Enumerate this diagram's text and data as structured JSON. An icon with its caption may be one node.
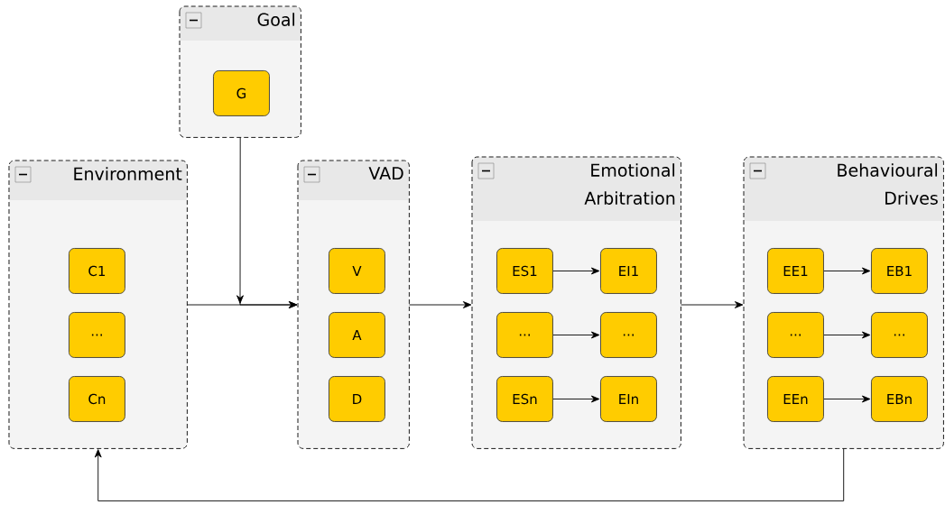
{
  "diagram": {
    "nodes": [
      {
        "text": [
          "Goal"
        ]
      },
      {
        "text": [
          "G"
        ],
        "in": 0
      },
      {
        "text": [
          "Environment"
        ]
      },
      {
        "text": [
          "C1"
        ],
        "in": 2
      },
      {
        "text": [
          "..."
        ],
        "in": 2
      },
      {
        "text": [
          "Cn"
        ],
        "in": 2
      },
      {
        "text": [
          "VAD"
        ]
      },
      {
        "text": [
          "V"
        ],
        "in": 6
      },
      {
        "text": [
          "A"
        ],
        "in": 6
      },
      {
        "text": [
          "D"
        ],
        "in": 6
      },
      {
        "text": [
          "Emotional Arbitration"
        ]
      },
      {
        "text": [
          "ES1"
        ],
        "in": 10
      },
      {
        "text": [
          "EI1"
        ],
        "in": 10
      },
      {
        "text": [
          "..."
        ],
        "in": 10
      },
      {
        "text": [
          "..."
        ],
        "in": 10
      },
      {
        "text": [
          "ESn"
        ],
        "in": 10
      },
      {
        "text": [
          "EIn"
        ],
        "in": 10
      },
      {
        "text": [
          "Behavioural Drives"
        ]
      },
      {
        "text": [
          "EE1"
        ],
        "in": 17
      },
      {
        "text": [
          "EB1"
        ],
        "in": 17
      },
      {
        "text": [
          "..."
        ],
        "in": 17
      },
      {
        "text": [
          "..."
        ],
        "in": 17
      },
      {
        "text": [
          "EEn"
        ],
        "in": 17
      },
      {
        "text": [
          "EBn"
        ],
        "in": 17
      }
    ],
    "edges": [
      {
        "from": 2,
        "to": 6,
        "arrow": "to"
      },
      {
        "from": 0,
        "to": 6,
        "arrow": "to"
      },
      {
        "from": 6,
        "to": 10,
        "arrow": "to"
      },
      {
        "from": 10,
        "to": 17,
        "arrow": "to"
      },
      {
        "from": 17,
        "to": 2,
        "arrow": "to"
      },
      {
        "from": 11,
        "to": 12,
        "arrow": "to"
      },
      {
        "from": 13,
        "to": 14,
        "arrow": "to"
      },
      {
        "from": 15,
        "to": 16,
        "arrow": "to"
      },
      {
        "from": 18,
        "to": 19,
        "arrow": "to"
      },
      {
        "from": 20,
        "to": 21,
        "arrow": "to"
      },
      {
        "from": 22,
        "to": 23,
        "arrow": "to"
      }
    ]
  }
}
